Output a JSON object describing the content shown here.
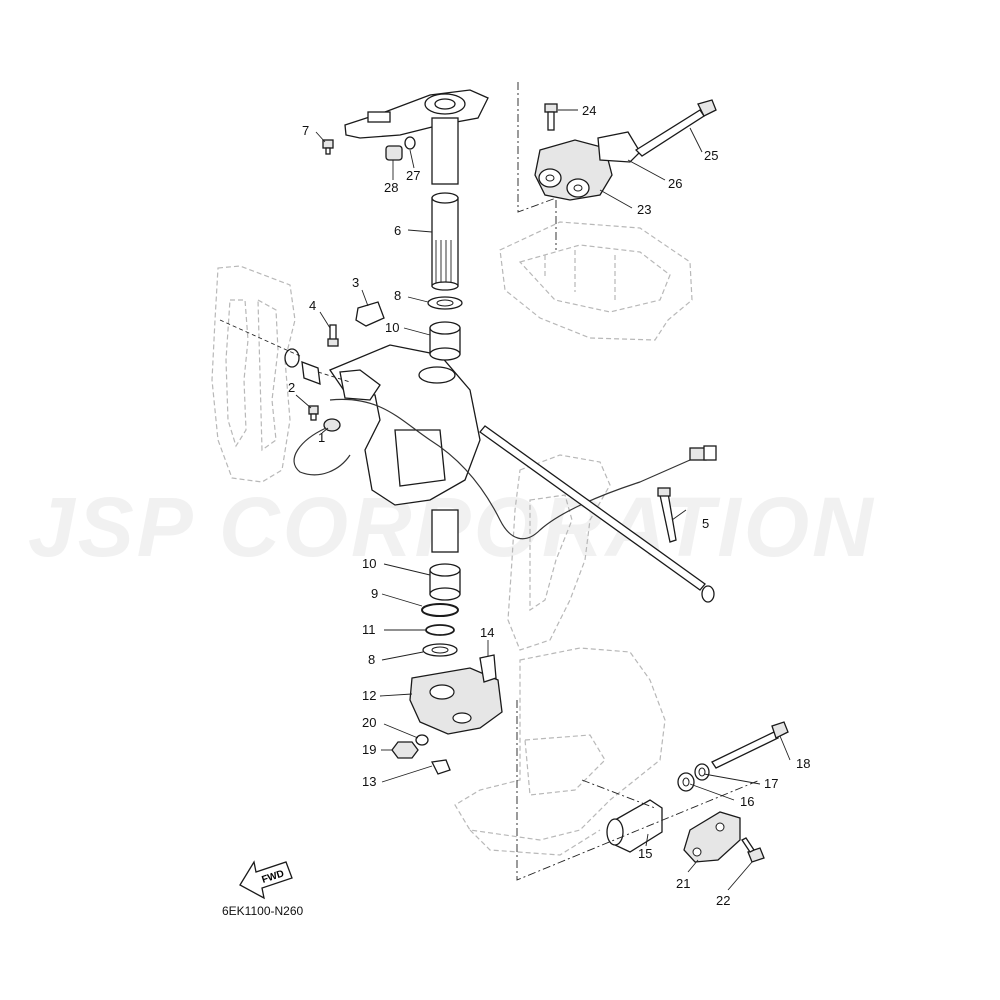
{
  "diagram": {
    "code": "6EK1100-N260",
    "fwd_label": "FWD",
    "watermark": "JSP CORPORATION",
    "callouts": [
      {
        "id": "c1",
        "label": "1"
      },
      {
        "id": "c2",
        "label": "2"
      },
      {
        "id": "c3",
        "label": "3"
      },
      {
        "id": "c4",
        "label": "4"
      },
      {
        "id": "c5",
        "label": "5"
      },
      {
        "id": "c6",
        "label": "6"
      },
      {
        "id": "c7",
        "label": "7"
      },
      {
        "id": "c8a",
        "label": "8"
      },
      {
        "id": "c8b",
        "label": "8"
      },
      {
        "id": "c9",
        "label": "9"
      },
      {
        "id": "c10a",
        "label": "10"
      },
      {
        "id": "c10b",
        "label": "10"
      },
      {
        "id": "c11",
        "label": "11"
      },
      {
        "id": "c12",
        "label": "12"
      },
      {
        "id": "c13",
        "label": "13"
      },
      {
        "id": "c14",
        "label": "14"
      },
      {
        "id": "c15",
        "label": "15"
      },
      {
        "id": "c16",
        "label": "16"
      },
      {
        "id": "c17",
        "label": "17"
      },
      {
        "id": "c18",
        "label": "18"
      },
      {
        "id": "c19",
        "label": "19"
      },
      {
        "id": "c20",
        "label": "20"
      },
      {
        "id": "c21",
        "label": "21"
      },
      {
        "id": "c22",
        "label": "22"
      },
      {
        "id": "c23",
        "label": "23"
      },
      {
        "id": "c24",
        "label": "24"
      },
      {
        "id": "c25",
        "label": "25"
      },
      {
        "id": "c26",
        "label": "26"
      },
      {
        "id": "c27",
        "label": "27"
      },
      {
        "id": "c28",
        "label": "28"
      }
    ]
  }
}
